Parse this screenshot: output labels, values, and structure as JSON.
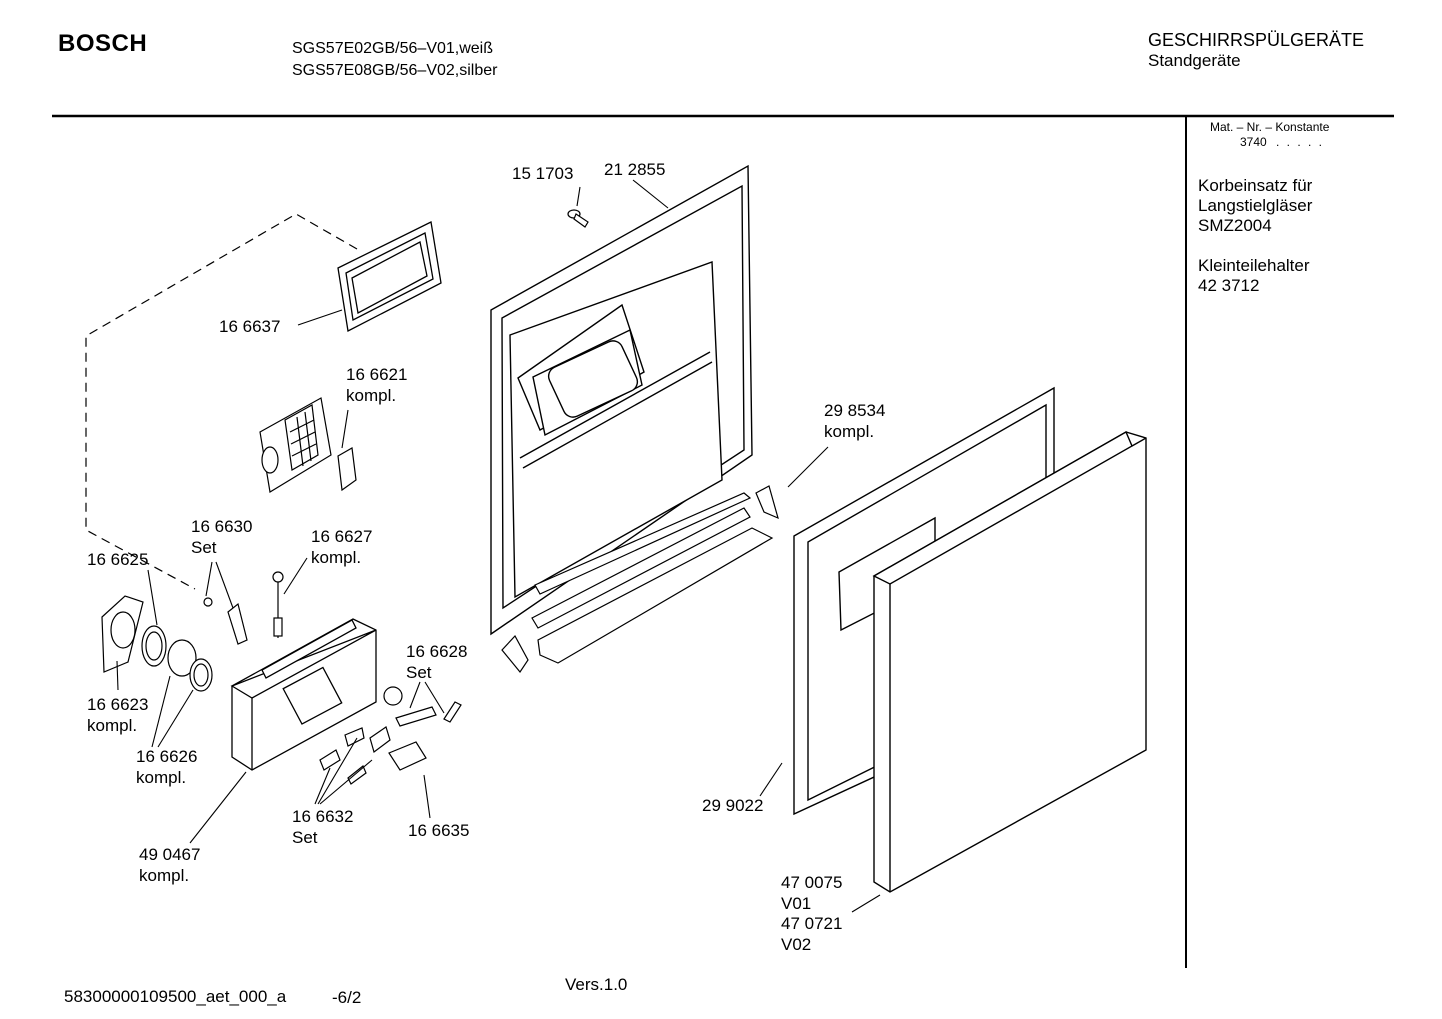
{
  "header": {
    "brand": "BOSCH",
    "models": [
      "SGS57E02GB/56–V01,weiß",
      "SGS57E08GB/56–V02,silber"
    ],
    "category": "GESCHIRRSPÜLGERÄTE",
    "subcategory": "Standgeräte"
  },
  "sidebar": {
    "constant_label": "Mat. – Nr. – Konstante",
    "constant_value": "3740",
    "constant_dots": ". . . . .",
    "accessories": [
      {
        "lines": [
          "Korbeinsatz für",
          "Langstielgläser",
          "SMZ2004"
        ]
      },
      {
        "lines": [
          "Kleinteilehalter",
          "42 3712"
        ]
      }
    ]
  },
  "parts": [
    {
      "number": "15 1703",
      "note": ""
    },
    {
      "number": "21 2855",
      "note": ""
    },
    {
      "number": "16 6637",
      "note": ""
    },
    {
      "number": "16 6621",
      "note": "kompl."
    },
    {
      "number": "29 8534",
      "note": "kompl."
    },
    {
      "number": "16 6630",
      "note": "Set"
    },
    {
      "number": "16 6627",
      "note": "kompl."
    },
    {
      "number": "16 6625",
      "note": ""
    },
    {
      "number": "16 6628",
      "note": "Set"
    },
    {
      "number": "16 6623",
      "note": "kompl."
    },
    {
      "number": "16 6626",
      "note": "kompl."
    },
    {
      "number": "29 9022",
      "note": ""
    },
    {
      "number": "16 6632",
      "note": "Set"
    },
    {
      "number": "16 6635",
      "note": ""
    },
    {
      "number": "49 0467",
      "note": "kompl."
    },
    {
      "number": "47 0075",
      "note": "V01"
    },
    {
      "number": "47 0721",
      "note": "V02"
    }
  ],
  "footer": {
    "doc_id": "58300000109500_aet_000_a",
    "page": "-6/2",
    "version": "Vers.1.0"
  }
}
